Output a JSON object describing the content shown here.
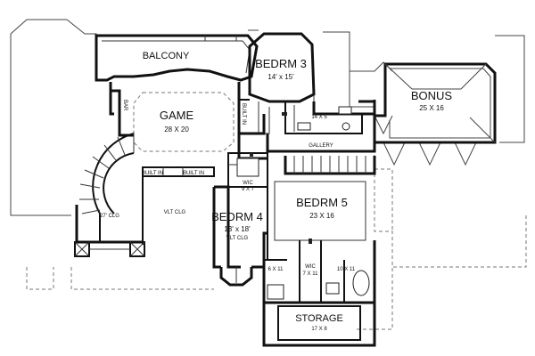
{
  "rooms": {
    "balcony": {
      "name": "BALCONY"
    },
    "bedroom3": {
      "name": "BEDRM 3",
      "size": "14' x 15'"
    },
    "bonus": {
      "name": "BONUS",
      "size": "25 X 16"
    },
    "game": {
      "name": "GAME",
      "size": "28 X 20"
    },
    "bar": {
      "name": "BAR"
    },
    "built_in_1": {
      "name": "BUILT IN"
    },
    "bath3": {
      "size": "14 X 5"
    },
    "gallery": {
      "name": "GALLERY"
    },
    "wic_upper": {
      "name": "WIC",
      "size": "9 X 7"
    },
    "built_in_left": {
      "name": "BUILT IN"
    },
    "built_in_right": {
      "name": "BUILT IN"
    },
    "clg_27": {
      "name": "27' CLG"
    },
    "vlt_clg": {
      "name": "VLT CLG"
    },
    "bedroom4": {
      "name": "BEDRM 4",
      "size": "13' x 18'",
      "note": "VLT CLG"
    },
    "bedroom5": {
      "name": "BEDRM 5",
      "size": "23 X 16"
    },
    "closet_left": {
      "size": "6 X 11"
    },
    "wic_lower": {
      "name": "WIC",
      "size": "7 X 11"
    },
    "closet_right": {
      "size": "10 X 11"
    },
    "storage": {
      "name": "STORAGE",
      "size": "17 X 8"
    }
  }
}
